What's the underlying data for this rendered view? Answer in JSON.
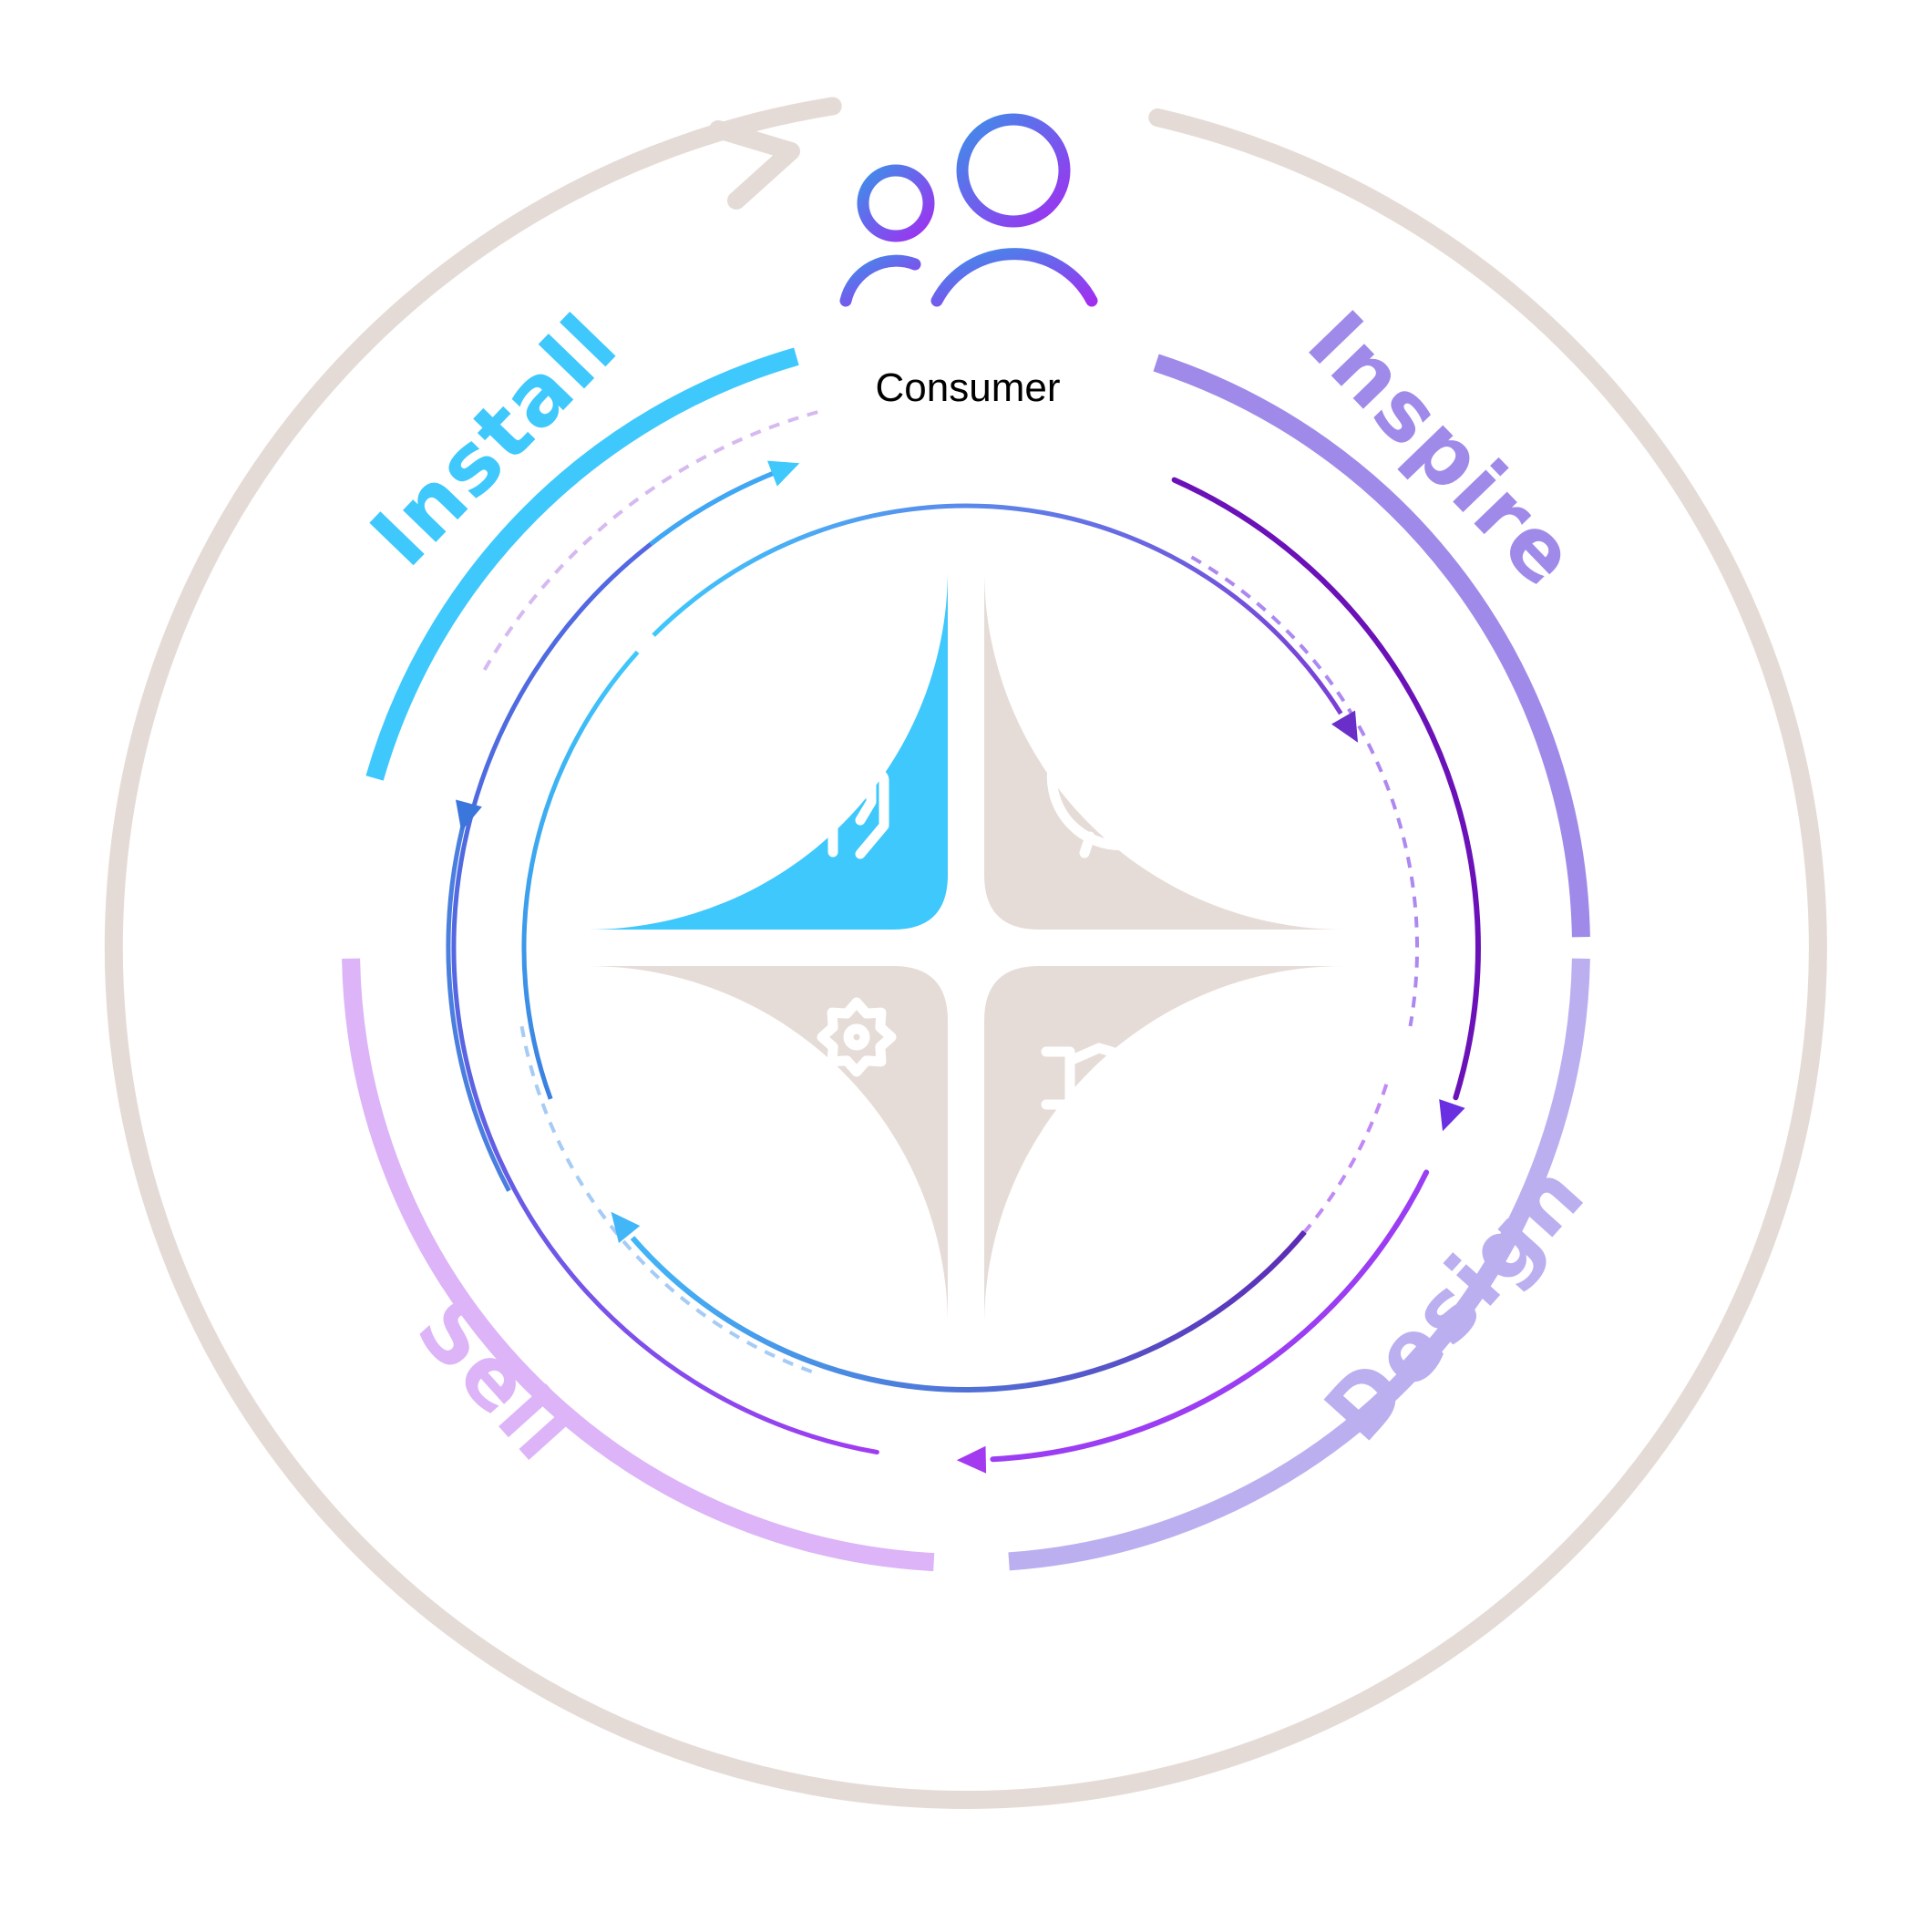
{
  "center_label": "Consumer",
  "phases": [
    {
      "id": "install",
      "label": "Install",
      "color": "#3ec8fc"
    },
    {
      "id": "inspire",
      "label": "Inspire",
      "color": "#a08ae9"
    },
    {
      "id": "design",
      "label": "Design",
      "color": "#bcaff0"
    },
    {
      "id": "sell",
      "label": "Sell",
      "color": "#dcb4f7"
    }
  ],
  "quadrants": [
    {
      "id": "install",
      "icon": "person-supported-by-hands-icon",
      "active": true
    },
    {
      "id": "inspire",
      "icon": "target-with-arrow-icon",
      "active": false
    },
    {
      "id": "sell",
      "icon": "gears-icon",
      "active": false
    },
    {
      "id": "design",
      "icon": "handshake-icon",
      "active": false
    }
  ],
  "colors": {
    "accent_blue": "#3ec8fc",
    "accent_purple": "#9b3df2",
    "deep_purple": "#6a12b8",
    "neutral_ring": "#e5dbd6",
    "quadrant_neutral": "#e6dcd7",
    "icon_stroke": "#ffffff",
    "consumer_icon_gradient": [
      "#3d8fe9",
      "#a02ff0"
    ]
  }
}
